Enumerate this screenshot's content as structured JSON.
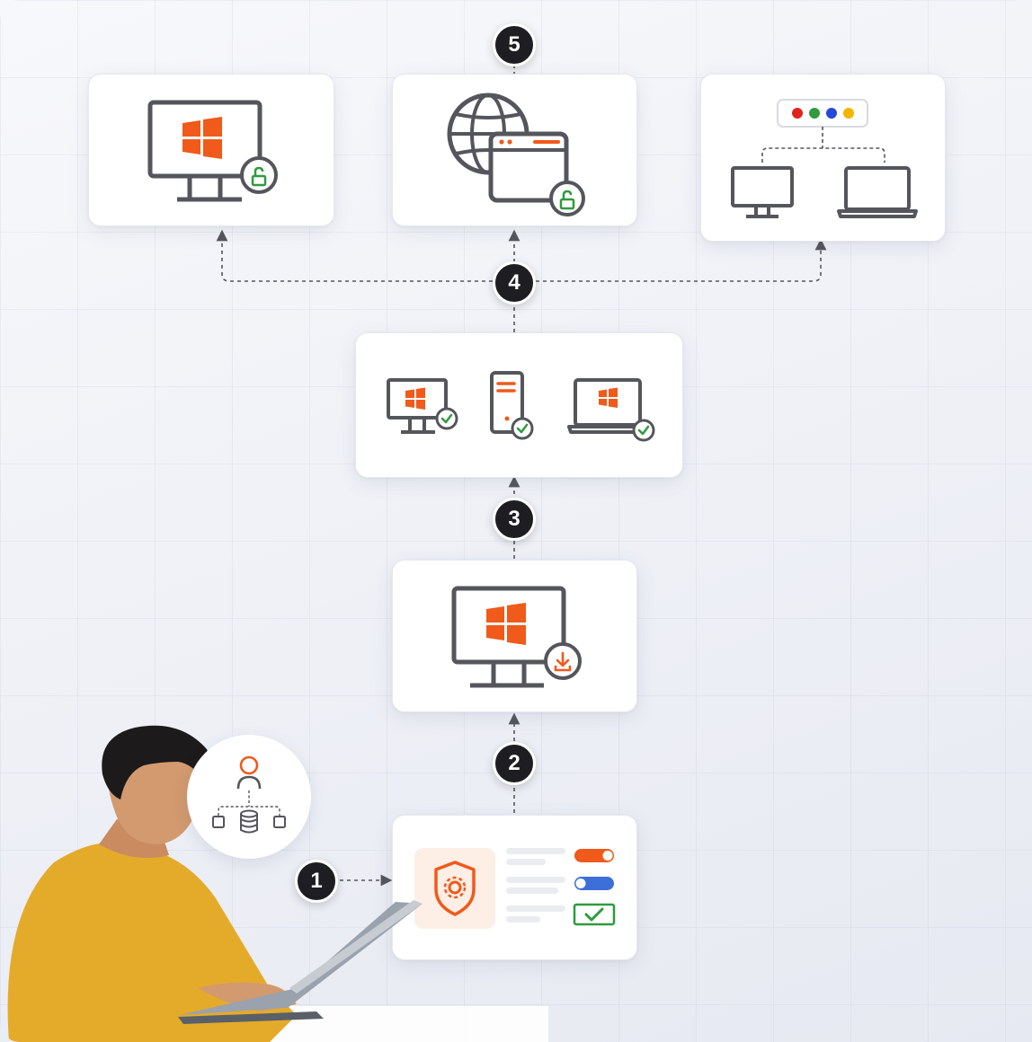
{
  "steps": [
    {
      "label": "1"
    },
    {
      "label": "2"
    },
    {
      "label": "3"
    },
    {
      "label": "4"
    },
    {
      "label": "5"
    }
  ],
  "colors": {
    "accent_orange": "#f05a1a",
    "icon_gray": "#55565c",
    "success_green": "#2e9b3f",
    "toggle_blue": "#3d6fd8",
    "badge_dark": "#1e1e22",
    "browser_dots": [
      "#e0241b",
      "#2e9b3f",
      "#2549d6",
      "#f5b400"
    ]
  },
  "icons": [
    "windows-monitor-unlock-icon",
    "globe-browser-unlock-icon",
    "browser-network-devices-icon",
    "verified-devices-icon",
    "windows-monitor-download-icon",
    "shield-settings-icon",
    "user-database-network-icon"
  ]
}
